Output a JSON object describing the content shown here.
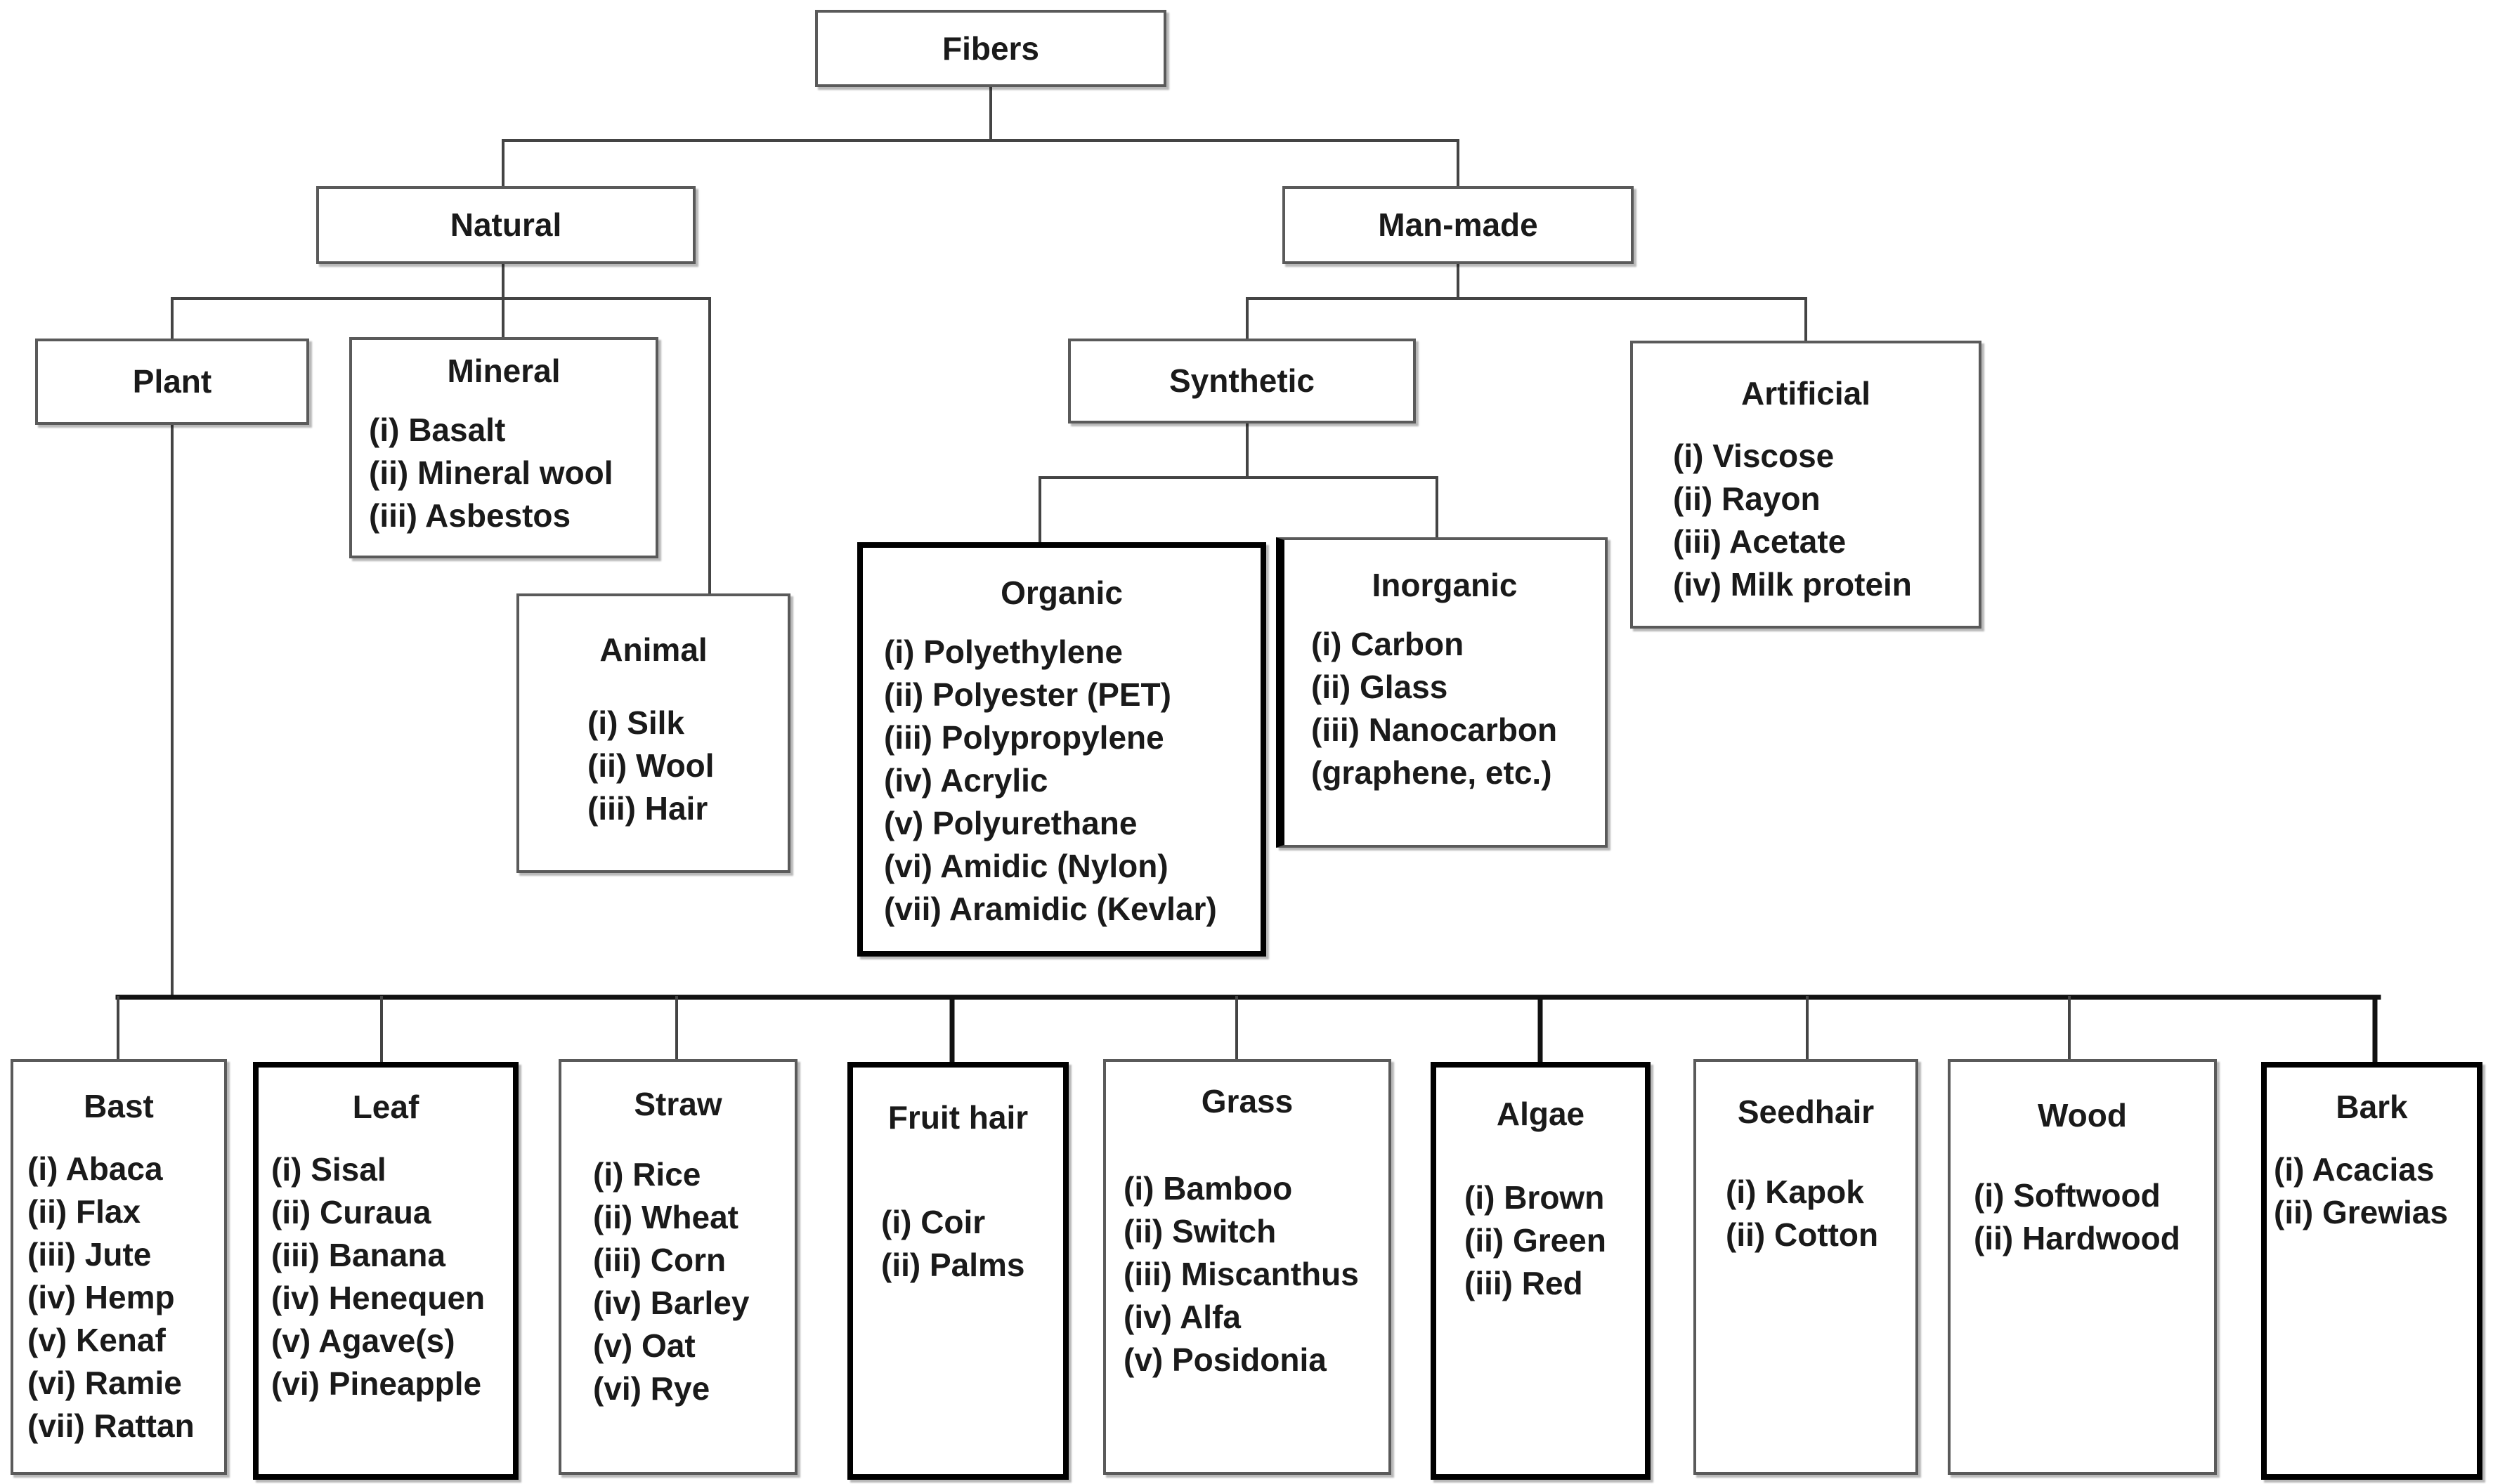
{
  "root": {
    "label": "Fibers"
  },
  "natural": {
    "label": "Natural"
  },
  "man_made": {
    "label": "Man-made"
  },
  "plant": {
    "label": "Plant"
  },
  "mineral": {
    "title": "Mineral",
    "items": [
      "(i) Basalt",
      "(ii) Mineral wool",
      "(iii) Asbestos"
    ]
  },
  "animal": {
    "title": "Animal",
    "items": [
      "(i) Silk",
      "(ii) Wool",
      "(iii) Hair"
    ]
  },
  "synthetic": {
    "label": "Synthetic"
  },
  "artificial": {
    "title": "Artificial",
    "items": [
      "(i) Viscose",
      "(ii) Rayon",
      "(iii) Acetate",
      "(iv) Milk protein"
    ]
  },
  "organic": {
    "title": "Organic",
    "items": [
      "(i) Polyethylene",
      "(ii) Polyester (PET)",
      "(iii) Polypropylene",
      "(iv) Acrylic",
      "(v) Polyurethane",
      "(vi) Amidic (Nylon)",
      "(vii) Aramidic (Kevlar)"
    ]
  },
  "inorganic": {
    "title": "Inorganic",
    "items": [
      "(i) Carbon",
      "(ii) Glass",
      "(iii) Nanocarbon",
      "(graphene, etc.)"
    ]
  },
  "plant_types": [
    {
      "title": "Bast",
      "items": [
        "(i) Abaca",
        "(ii) Flax",
        "(iii) Jute",
        "(iv) Hemp",
        "(v) Kenaf",
        "(vi) Ramie",
        "(vii) Rattan"
      ]
    },
    {
      "title": "Leaf",
      "items": [
        "(i) Sisal",
        "(ii) Curaua",
        "(iii) Banana",
        "(iv) Henequen",
        "(v) Agave(s)",
        "(vi) Pineapple"
      ]
    },
    {
      "title": "Straw",
      "items": [
        "(i) Rice",
        "(ii) Wheat",
        "(iii) Corn",
        "(iv) Barley",
        "(v) Oat",
        "(vi) Rye"
      ]
    },
    {
      "title": "Fruit hair",
      "items": [
        "(i) Coir",
        "(ii) Palms"
      ]
    },
    {
      "title": "Grass",
      "items": [
        "(i) Bamboo",
        "(ii) Switch",
        "(iii) Miscanthus",
        "(iv) Alfa",
        "(v) Posidonia"
      ]
    },
    {
      "title": "Algae",
      "items": [
        "(i) Brown",
        "(ii) Green",
        "(iii) Red"
      ]
    },
    {
      "title": "Seedhair",
      "items": [
        "(i) Kapok",
        "(ii) Cotton"
      ]
    },
    {
      "title": "Wood",
      "items": [
        "(i) Softwood",
        "(ii) Hardwood"
      ]
    },
    {
      "title": "Bark",
      "items": [
        "(i) Acacias",
        "(ii) Grewias"
      ]
    }
  ]
}
